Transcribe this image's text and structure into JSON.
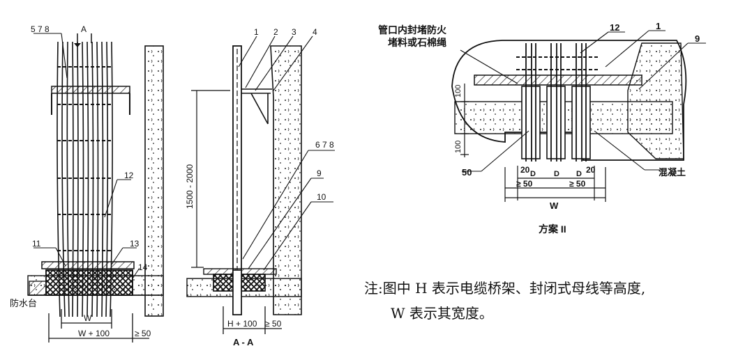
{
  "figure": {
    "background": "#ffffff",
    "ink_color": "#111111",
    "left_view": {
      "callout_top": "5 7 8",
      "section_marker": "A",
      "callout_12": "12",
      "callout_11": "11",
      "callout_13": "13",
      "callout_14": "14",
      "waterproof_label": "防水台",
      "dim_w": "W",
      "dim_w_plus": "W + 100",
      "dim_ge50": "≥ 50"
    },
    "section_view": {
      "callout_1": "1",
      "callout_2": "2",
      "callout_3": "3",
      "callout_4": "4",
      "callout_678": "6 7 8",
      "callout_9": "9",
      "callout_10": "10",
      "height_dim": "1500 - 2000",
      "dim_h_plus": "H + 100",
      "dim_ge50": "≥ 50",
      "section_title": "A - A"
    },
    "scheme2": {
      "fire_seal_line1": "管口内封堵防火",
      "fire_seal_line2": "堵料或石棉绳",
      "callout_12": "12",
      "callout_1": "1",
      "callout_9": "9",
      "callout_50": "50",
      "concrete_label": "混凝土",
      "dim_100_top": "100",
      "dim_100_bottom": "100",
      "dim_20_left": "20",
      "dim_20_right": "20",
      "dim_d1": "D",
      "dim_d2": "D",
      "dim_d3": "D",
      "dim_ge50_left": "≥ 50",
      "dim_ge50_right": "≥ 50",
      "dim_w": "W",
      "caption": "方案 II"
    },
    "note_line1": "注:图中 H 表示电缆桥架、封闭式母线等高度,",
    "note_line2": "W 表示其宽度。"
  }
}
